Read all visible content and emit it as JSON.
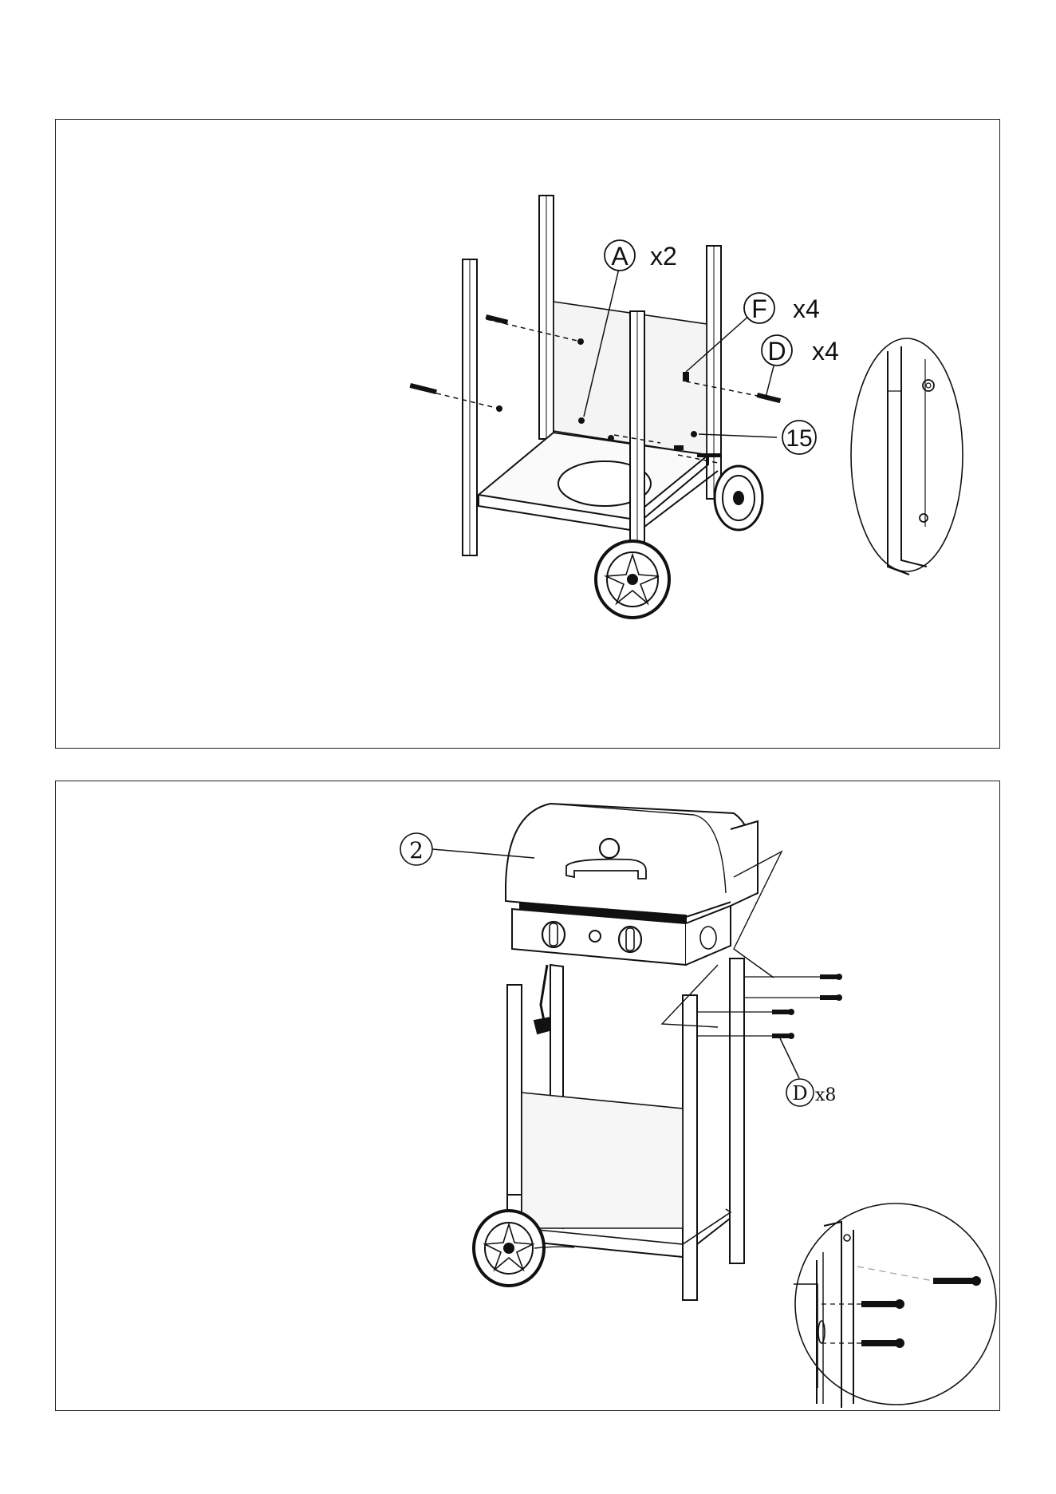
{
  "step1": {
    "callouts": [
      {
        "letter": "A",
        "qty": "x2"
      },
      {
        "letter": "F",
        "qty": "x4"
      },
      {
        "letter": "D",
        "qty": "x4"
      }
    ],
    "part_number": "15"
  },
  "step2": {
    "part_number": "2",
    "callout": {
      "letter": "D",
      "qty": "x8"
    }
  },
  "colors": {
    "line": "#111111",
    "shade": "#e8e8e8",
    "paper": "#ffffff"
  }
}
